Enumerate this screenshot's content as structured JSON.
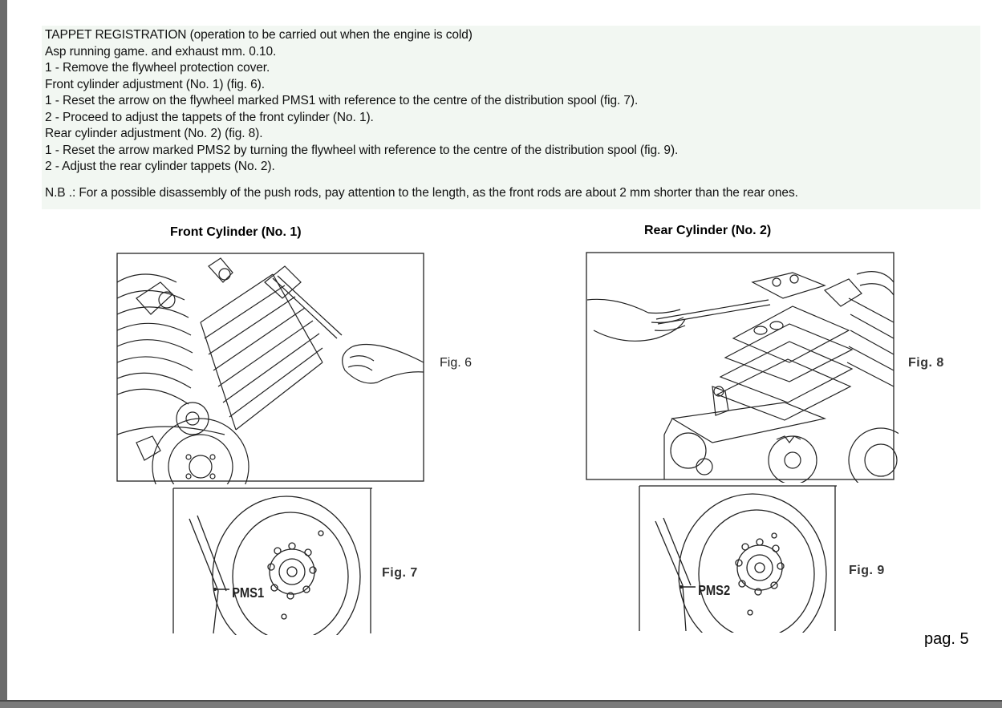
{
  "document": {
    "paragraphs": [
      "TAPPET REGISTRATION (operation to be carried out when the engine is cold)",
      "Asp running game. and exhaust mm. 0.10.",
      "1 - Remove the flywheel protection cover.",
      "Front cylinder adjustment (No. 1) (fig. 6).",
      "1 - Reset the arrow on the flywheel marked PMS1 with reference to the centre of the distribution spool (fig. 7).",
      "2 - Proceed to adjust the tappets of the front cylinder (No. 1).",
      "Rear cylinder adjustment (No. 2) (fig. 8).",
      "1 - Reset the arrow marked PMS2 by turning the flywheel with reference to the centre of the distribution spool (fig. 9).",
      "2 - Adjust the rear cylinder tappets (No. 2)."
    ],
    "note": "N.B .: For a possible disassembly of the push rods, pay attention to the length, as the front rods are about 2 mm shorter than the rear ones."
  },
  "figures": {
    "front_title": "Front Cylinder (No. 1)",
    "rear_title": "Rear Cylinder (No. 2)",
    "fig6": "Fig. 6",
    "fig7": "Fig. 7",
    "fig8": "Fig. 8",
    "fig9": "Fig. 9",
    "pms1": "PMS1",
    "pms2": "PMS2"
  },
  "page": {
    "number": "pag. 5"
  }
}
